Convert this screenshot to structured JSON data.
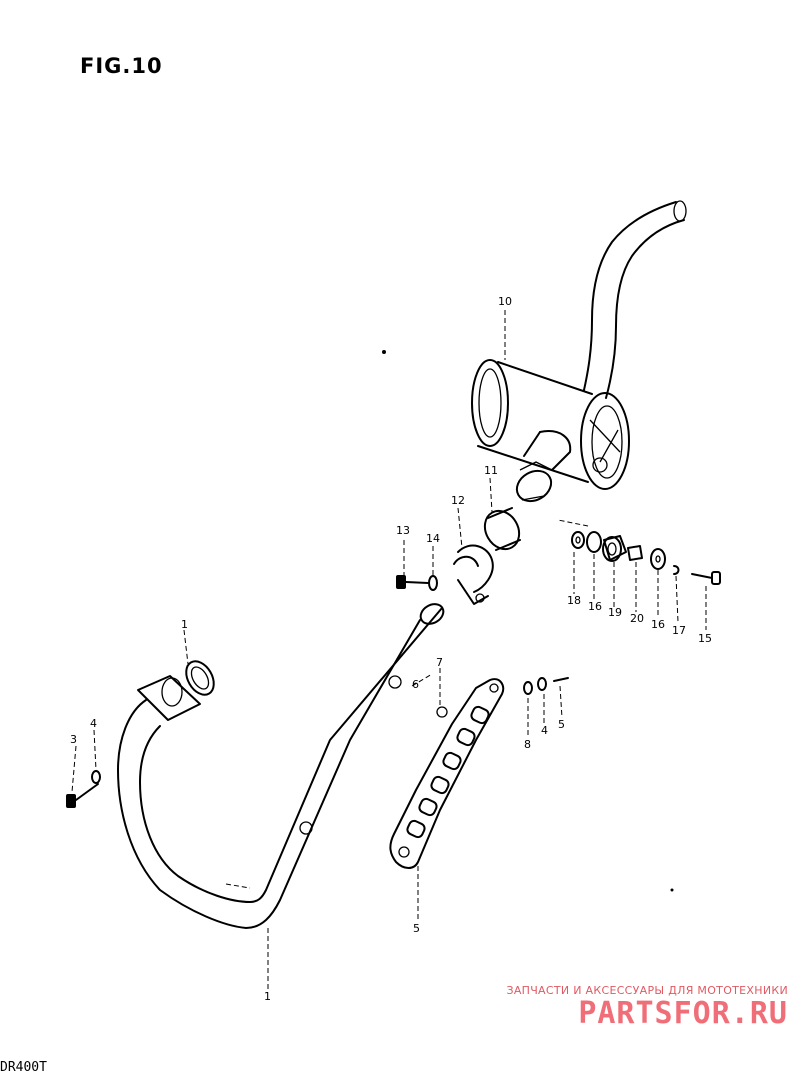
{
  "figure": {
    "title": "FIG.10",
    "model": "DR400T"
  },
  "parts": [
    {
      "ref": "10"
    },
    {
      "ref": "11"
    },
    {
      "ref": "12"
    },
    {
      "ref": "13"
    },
    {
      "ref": "14"
    },
    {
      "ref": "18"
    },
    {
      "ref": "16"
    },
    {
      "ref": "19"
    },
    {
      "ref": "20"
    },
    {
      "ref": "16"
    },
    {
      "ref": "17"
    },
    {
      "ref": "15"
    },
    {
      "ref": "1"
    },
    {
      "ref": "3"
    },
    {
      "ref": "4"
    },
    {
      "ref": "7"
    },
    {
      "ref": "8"
    },
    {
      "ref": "4"
    },
    {
      "ref": "5"
    },
    {
      "ref": "6"
    },
    {
      "ref": "5"
    },
    {
      "ref": "1"
    }
  ],
  "watermark": {
    "caption": "ЗАПЧАСТИ И АКСЕССУАРЫ ДЛЯ МОТОТЕХНИКИ",
    "brand": "PARTSFOR.RU",
    "color": "#ee5560"
  }
}
